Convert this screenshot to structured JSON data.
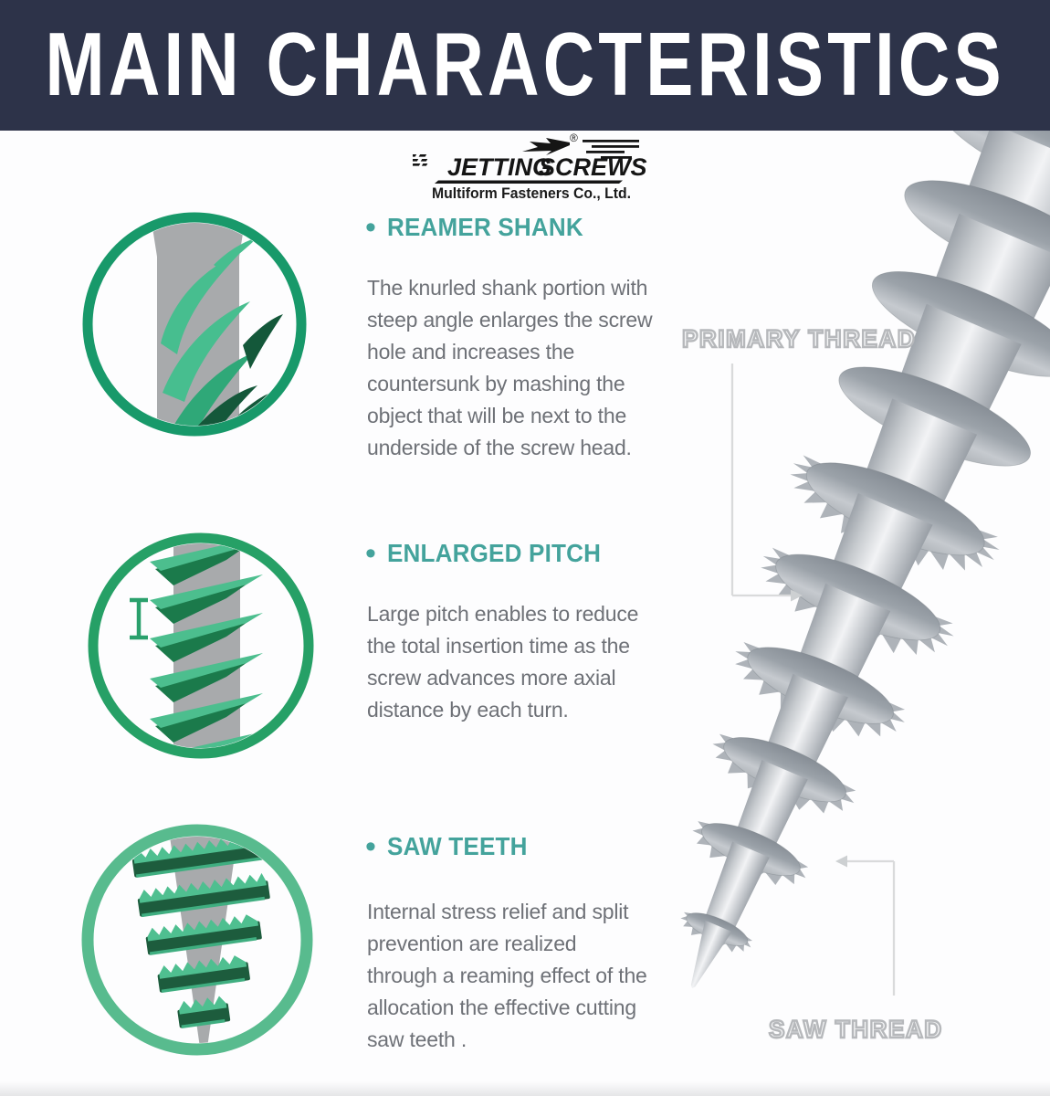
{
  "page": {
    "title": "MAIN CHARACTERISTICS"
  },
  "logo": {
    "word1": "JETTING",
    "word2": "SCREWS",
    "registered": "®",
    "subtitle": "Multiform Fasteners Co., Ltd."
  },
  "sections": [
    {
      "id": "reamer-shank",
      "icon": "reamer-shank-icon",
      "bullet": "•",
      "title": "REAMER SHANK",
      "body": "The knurled shank portion with\nsteep angle enlarges the screw\nhole and increases the\ncountersunk by mashing the\nobject that will be next to the\nunderside of the screw head."
    },
    {
      "id": "enlarged-pitch",
      "icon": "enlarged-pitch-icon",
      "bullet": "•",
      "title": "ENLARGED PITCH",
      "body": "Large pitch enables to reduce\nthe total insertion time as the\nscrew advances more axial\ndistance by each turn."
    },
    {
      "id": "saw-teeth",
      "icon": "saw-teeth-icon",
      "bullet": "•",
      "title": "SAW TEETH",
      "body": "Internal stress relief and split\nprevention are realized\nthrough a reaming effect of the\nallocation the effective cutting\nsaw teeth ."
    }
  ],
  "figure": {
    "subject": "saw-tooth screw photo",
    "callouts": [
      {
        "label": "PRIMARY THREAD"
      },
      {
        "label": "SAW THREAD"
      }
    ]
  },
  "colors": {
    "navy": "#2d3349",
    "teal": "#44a39c",
    "body_gray": "#6e7177",
    "ring_dark_green": "#18996a",
    "ring_light_green": "#58bb8e",
    "leaf_light_green": "#47be8f",
    "leaf_dark_green": "#14583a",
    "thread_top_green": "#4cbe8e",
    "thread_side_green": "#1b7a4b",
    "shank_gray": "#a8aaac",
    "label_gray": "#b6b8bb",
    "line_gray": "#d9dadb"
  }
}
